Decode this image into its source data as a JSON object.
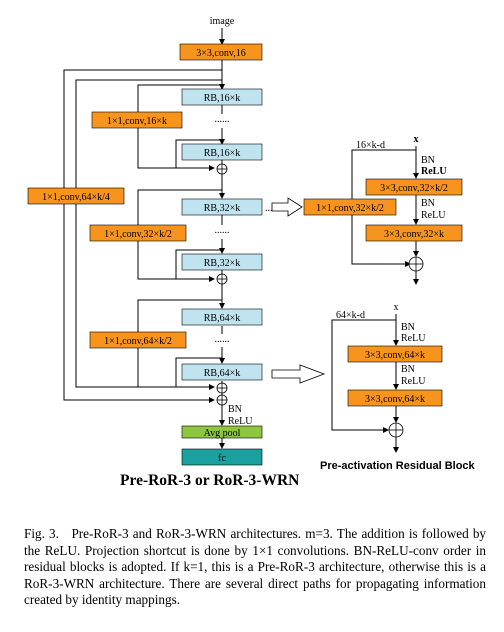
{
  "figure": {
    "input_label": "image",
    "stem_conv": "3×3,conv,16",
    "stage1": {
      "shortcut": "1×1,conv,16×k",
      "rb_first": "RB,16×k",
      "rb_last": "RB,16×k"
    },
    "stage2": {
      "shortcut": "1×1,conv,32×k/2",
      "rb_first": "RB,32×k",
      "rb_last": "RB,32×k"
    },
    "stage3": {
      "shortcut": "1×1,conv,64×k/2",
      "rb_first": "RB,64×k",
      "rb_last": "RB,64×k"
    },
    "root_shortcut": "1×1,conv,64×k/4",
    "dots": "......",
    "bn": "BN",
    "relu": "ReLU",
    "avg_pool": "Avg pool",
    "fc": "fc",
    "block_a": {
      "x_label": "x",
      "shortcut_width": "16×k-d",
      "bn1": "BN",
      "relu1": "ReLU",
      "conv1": "3×3,conv,32×k/2",
      "shortcut_conv": "1×1,conv,32×k/2",
      "bn2": "BN",
      "relu2": "ReLU",
      "conv2": "3×3,conv,32×k"
    },
    "block_b": {
      "x_label": "x",
      "shortcut_width": "64×k-d",
      "bn1": "BN",
      "relu1": "ReLU",
      "conv1": "3×3,conv,64×k",
      "bn2": "BN",
      "relu2": "ReLU",
      "conv2": "3×3,conv,64×k"
    },
    "block_b_title": "Pre-activation Residual Block",
    "title": "Pre-RoR-3 or RoR-3-WRN",
    "colors": {
      "conv": "#f7941d",
      "rb": "#bfe3ef",
      "pool": "#8dc63f",
      "fc": "#1aa19f"
    }
  },
  "caption": {
    "prefix": "Fig. 3.",
    "text": "Pre-RoR-3 and RoR-3-WRN architectures. m=3. The addition is followed by the ReLU. Projection shortcut is done by 1×1 convolutions. BN-ReLU-conv order in residual blocks is adopted. If k=1, this is a Pre-RoR-3 architecture, otherwise this is a RoR-3-WRN architecture. There are several direct paths for propagating information created by identity mappings."
  }
}
